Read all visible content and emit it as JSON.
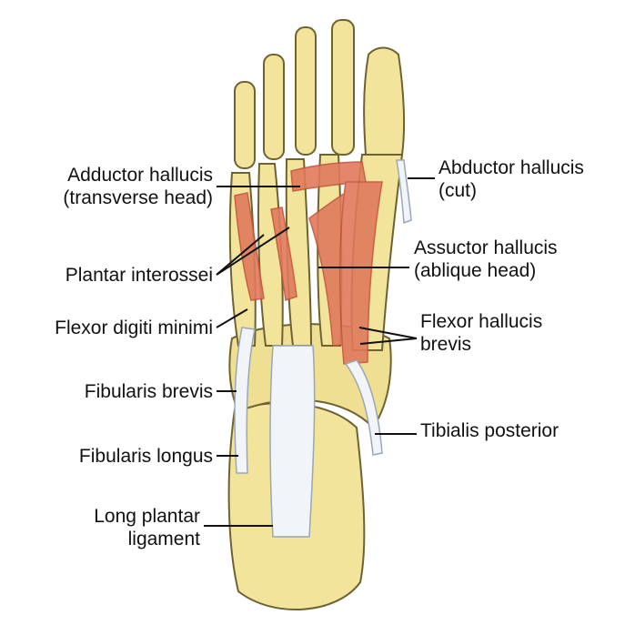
{
  "labels": {
    "adductor_transverse": {
      "line1": "Adductor hallucis",
      "line2": "(transverse head)"
    },
    "plantar_interossei": "Plantar interossei",
    "flexor_digiti_minimi": "Flexor digiti minimi",
    "fibularis_brevis": "Fibularis brevis",
    "fibularis_longus": "Fibularis longus",
    "long_plantar_ligament": {
      "line1": "Long plantar",
      "line2": "ligament"
    },
    "abductor_hallucis": {
      "line1": "Abductor hallucis",
      "line2": "(cut)"
    },
    "adductor_oblique": {
      "line1": "Assuctor hallucis",
      "line2": "(ablique head)"
    },
    "flexor_hallucis_brevis": {
      "line1": "Flexor hallucis",
      "line2": "brevis"
    },
    "tibialis_posterior": "Tibialis posterior"
  },
  "colors": {
    "bone": "#f2e49a",
    "bone_outline": "#6e6233",
    "muscle": "#e07a5c",
    "muscle_dark": "#c4533a",
    "tendon": "#f1f4f8",
    "tendon_outline": "#9aa7b6",
    "leader": "#111111"
  }
}
